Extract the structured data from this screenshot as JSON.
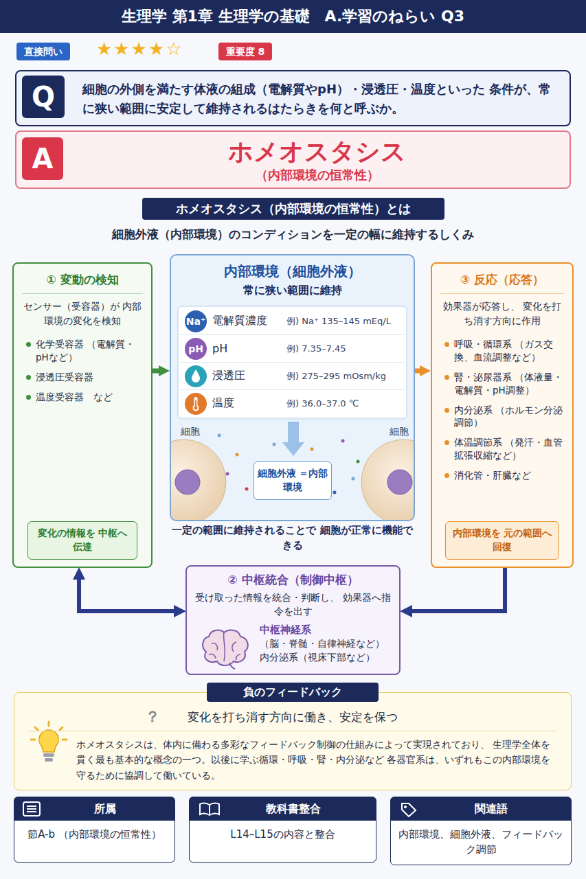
{
  "diagram": {
    "title": "生理学 第1章 生理学の基礎　A.学習のねらい Q3",
    "nodes": [
      {
        "text": [
          "直接問い"
        ]
      },
      {
        "text": [
          "重要度 8"
        ]
      },
      {
        "text": [
          "細胞の外側を満たす体液の組成（電解質やpH）・浸透圧・温度といった 条件が、常に狭い範囲に安定して維持されるはたらきを何と呼ぶか。"
        ]
      },
      {
        "text": [
          "Q"
        ],
        "in": 2
      },
      {
        "text": [
          "ホメオスタシス",
          "（内部環境の恒常性）"
        ]
      },
      {
        "text": [
          "A"
        ],
        "in": 4
      },
      {
        "text": [
          "ホメオスタシス（内部環境の恒常性）とは"
        ]
      },
      {
        "text": [
          "① 変動の検知",
          "センサー（受容器）が 内部環境の変化を検知",
          "化学受容器 （電解質・pHなど）",
          "浸透圧受容器",
          "温度受容器　など"
        ]
      },
      {
        "text": [
          "変化の情報を 中枢へ伝達"
        ],
        "in": 7
      },
      {
        "text": [
          "内部環境（細胞外液）",
          "常に狭い範囲に維持"
        ]
      },
      {
        "text": [
          "電解質濃度",
          "例) Na⁺ 135–145 mEq/L"
        ],
        "in": 9
      },
      {
        "text": [
          "Na⁺"
        ],
        "in": 10
      },
      {
        "text": [
          "pH",
          "例) 7.35–7.45"
        ],
        "in": 9
      },
      {
        "text": [
          "pH"
        ],
        "in": 12
      },
      {
        "text": [
          "浸透圧",
          "例) 275–295 mOsm/kg"
        ],
        "in": 9
      },
      {
        "text": [
          "温度",
          "例) 36.0–37.0 ℃"
        ],
        "in": 9
      },
      {
        "text": [
          "細胞外液 ＝内部環境"
        ],
        "in": 9
      },
      {
        "text": [
          "③ 反応（応答）",
          "効果器が応答し、 変化を打ち消す方向に作用",
          "呼吸・循環系 （ガス交換、血流調整など）",
          "腎・泌尿器系 （体液量・電解質・pH調整）",
          "内分泌系 （ホルモン分泌調節）",
          "体温調節系 （発汗・血管拡張収縮など）",
          "消化管・肝臓など"
        ]
      },
      {
        "text": [
          "内部環境を 元の範囲へ回復"
        ],
        "in": 17
      },
      {
        "text": [
          "② 中枢統合（制御中枢）",
          "受け取った情報を統合・判断し、 効果器へ指令を出す",
          "中枢神経系",
          "（脳・脊髄・自律神経など）",
          "内分泌系（視床下部など）"
        ]
      },
      {
        "text": [
          "負のフィードバック",
          "変化を打ち消す方向に働き、安定を保つ",
          "ホメオスタシスは、体内に備わる多彩なフィードバック制御の仕組みによって実現されており、 生理学全体を貫く最も基本的な概念の一つ。以後に学ぶ循環・呼吸・腎・内分泌など 各器官系は、いずれもこの内部環境を守るために協調して働いている。"
        ]
      },
      {
        "text": [
          "所属",
          "節A-b （内部環境の恒常性）"
        ]
      },
      {
        "text": [
          "教科書整合",
          "L14–L15の内容と整合"
        ]
      },
      {
        "text": [
          "関連語",
          "内部環境、細胞外液、フィードバック調節"
        ]
      }
    ],
    "edges": [
      {
        "from": 7,
        "to": 9,
        "arrow": "to"
      },
      {
        "from": 9,
        "to": 17,
        "arrow": "to"
      },
      {
        "from": 7,
        "to": 19,
        "arrow": "both"
      },
      {
        "from": 17,
        "to": 19,
        "arrow": "to"
      }
    ],
    "labels": [
      "★★★★☆",
      "細胞外液（内部環境）のコンディションを一定の幅に維持するしくみ",
      "細胞",
      "細胞",
      "一定の範囲に維持されることで 細胞が正常に機能できる",
      "？"
    ]
  }
}
